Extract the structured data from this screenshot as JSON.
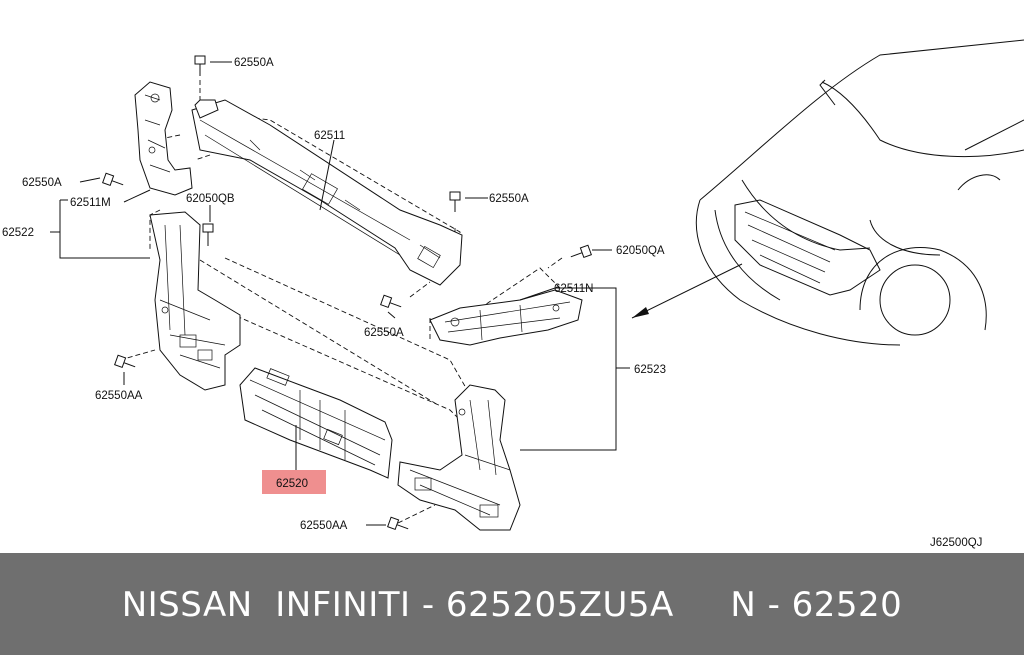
{
  "diagram": {
    "labels": {
      "l_62550A_top": "62550A",
      "l_62511": "62511",
      "l_62550A_left": "62550A",
      "l_62511M": "62511M",
      "l_62050QB": "62050QB",
      "l_62522": "62522",
      "l_62550A_right": "62550A",
      "l_62050QA": "62050QA",
      "l_62550A_mid": "62550A",
      "l_62511N": "62511N",
      "l_62523": "62523",
      "l_62550AA_left": "62550AA",
      "l_62520": "62520",
      "l_62550AA_bottom": "62550AA",
      "l_code": "J62500QJ"
    },
    "highlight_color": "#ef8f8f"
  },
  "footer": {
    "text": "NISSAN  INFINITI - 625205ZU5A     N - 62520"
  }
}
